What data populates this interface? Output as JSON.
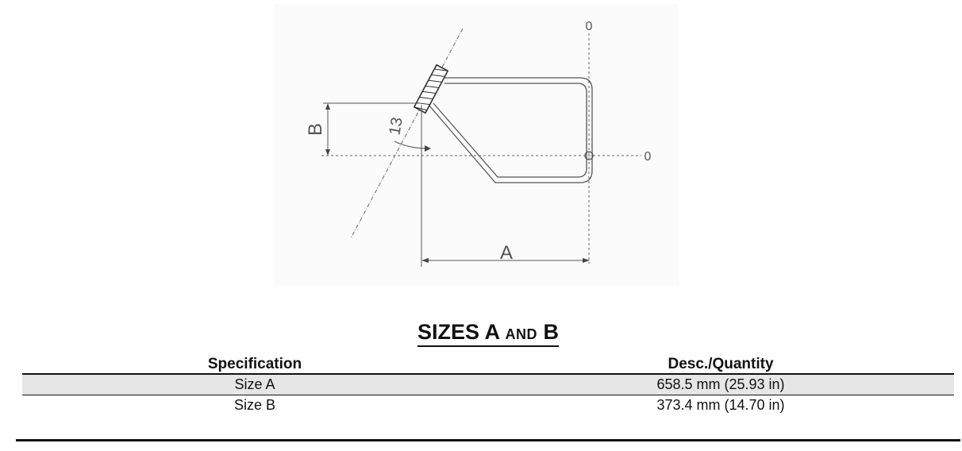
{
  "diagram": {
    "labels": {
      "a": "A",
      "b": "B",
      "angle": "13",
      "origin_top": "0",
      "origin_right": "0"
    },
    "line_color": "#555555"
  },
  "section": {
    "title_main": "SIZES A ",
    "title_small": "AND",
    "title_end": " B"
  },
  "table": {
    "headers": [
      "Specification",
      "Desc./Quantity"
    ],
    "rows": [
      {
        "spec": "Size A",
        "value": "658.5 mm (25.93 in)"
      },
      {
        "spec": "Size B",
        "value": "373.4 mm (14.70 in)"
      }
    ],
    "shade_color": "#e6e6e6"
  }
}
